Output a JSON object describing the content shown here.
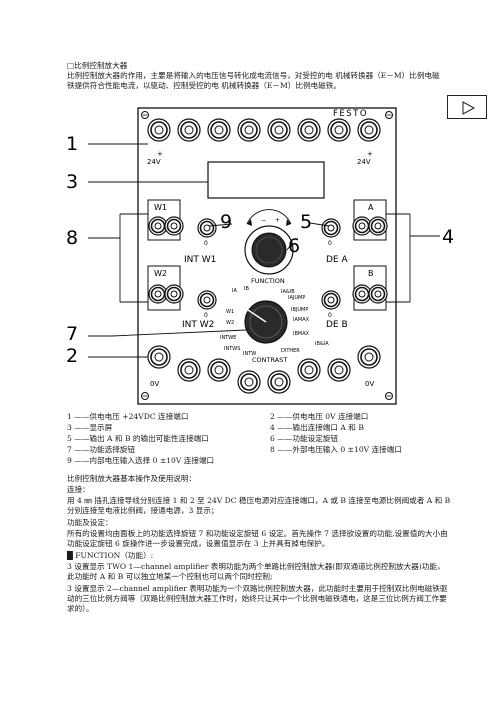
{
  "header": {
    "title": "□比例控制放大器",
    "intro": "比例控制放大器的作用，主要是将输入的电压信号转化成电流信号，对受控的电 机械转换器（E－M）比例电磁铁提供符合性能电流，以驱动、控制受控的电 机械转换器（E－M）比例电磁铁。"
  },
  "play_icon": "play-icon",
  "panel": {
    "brand": "FESTO",
    "callouts": [
      "1",
      "2",
      "3",
      "4",
      "5",
      "6",
      "7",
      "8",
      "9"
    ],
    "voltage_24v": "24V",
    "voltage_0v": "0V",
    "plus": "+",
    "w1": "W1",
    "w2": "W2",
    "a": "A",
    "b": "B",
    "int_w1": "INT W1",
    "int_w2": "INT W2",
    "dea": "DE A",
    "deb": "DE B",
    "function": "FUNCTION",
    "contrast": "CONTRAST",
    "zero": "0",
    "function_labels": [
      "IA",
      "IB",
      "IA&IB",
      "W1",
      "W2",
      "INTWE",
      "INTWS",
      "INTW",
      "IAJUMP",
      "IBJUMP",
      "IAMAX",
      "IBMAX",
      "DITHER",
      "IB&IA"
    ]
  },
  "legend": [
    {
      "left": "1 ——供电电压 +24VDC 连接端口",
      "right": "2 ——供电电压 0V 连接端口"
    },
    {
      "left": "3 ——显示屏",
      "right": "4 ——输出连接端口 A 和 B"
    },
    {
      "left": "5 ——输出 A 和 B 的输出可能性连接端口",
      "right": "6 ——功能设定旋钮"
    },
    {
      "left": "7 ——功能选择旋钮",
      "right": "8 ——外部电压输入 0 ±10V 连接端口"
    },
    {
      "left": "9 ——内部电压输入选择 0 ±10V 连接端口",
      "right": ""
    }
  ],
  "body": {
    "p1": "比例控制放大器基本操作及使用说明：",
    "p2": "连接：",
    "p3": "用 4 ㎜ 插孔连接导线分别连接 1 和 2 至 24V DC 稳压电源对应连接端口，A 或 B 连接至电源比例阀或者 A 和 B 分别连接至电液比例阀，接通电源，3 显示；",
    "p4": "功能及设定：",
    "p5": "所有的设置均由面板上的功能选择旋钮 7 和功能设定旋钮 6 设定。首先操作 7 选择欲设置的功能,设置值的大小由功能设定旋钮 6 旋操作进一步设置完成，设置值显示在 3 上并具有掉电保护。",
    "p6": "█  FUNCTION（功能）:",
    "p7": "3 设置显示 TWO   1—channel amplifier 表明功能为两个单路比例控制放大器(即双通道比例控制放大器)功能，此功能时 A 和 B 可以独立地某一个控制也可以两个同时控制;",
    "p8": "3 设置显示 2—channel amplifier 表明功能为一个双路比例控制放大器，此功能时主要用于控制双比例电磁铁驱动的三位比例方阀等（双路比例控制放大器工作时，始终只让其中一个比例电磁铁通电，这是三位比例方阀工作要求的）。"
  }
}
